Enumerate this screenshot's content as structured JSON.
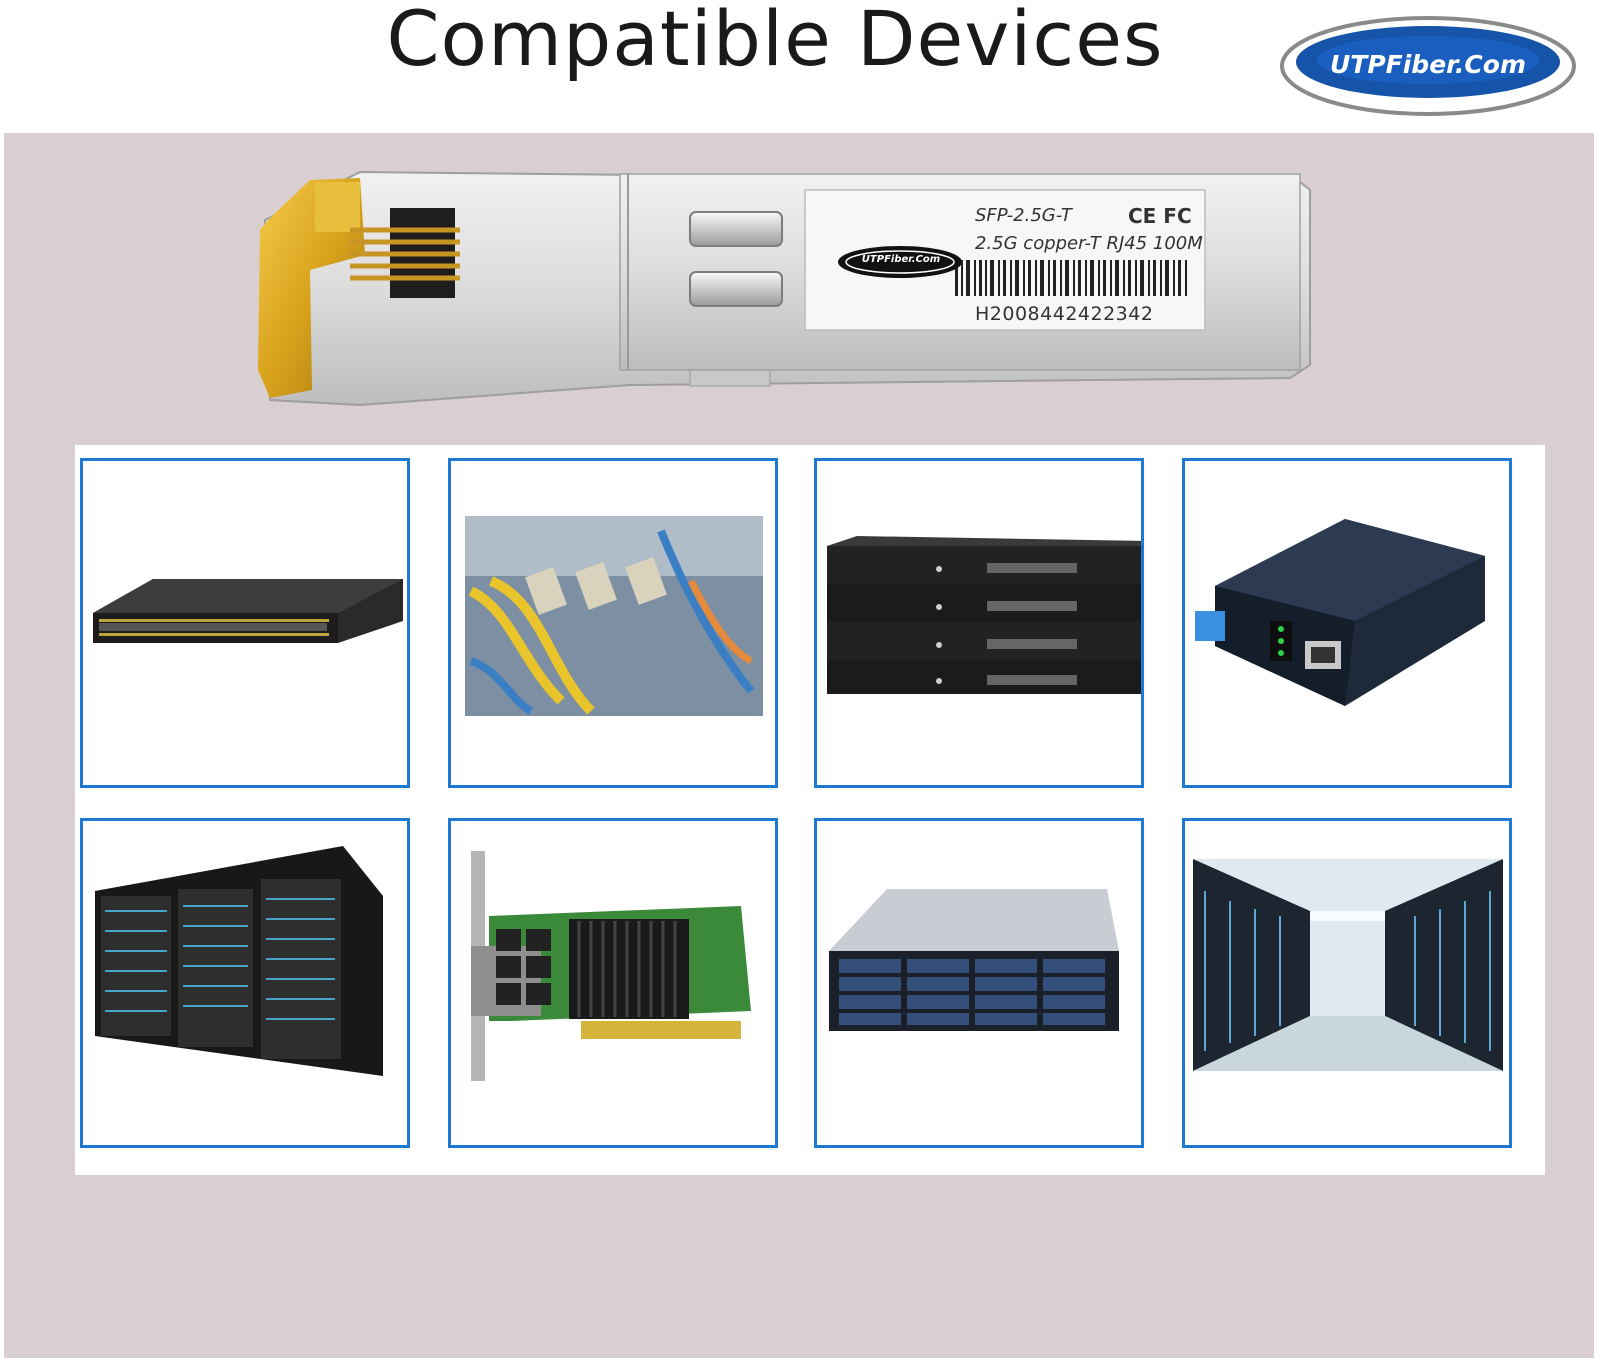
{
  "header": {
    "title": "Compatible Devices",
    "logo_text": "UTPFiber.Com"
  },
  "module_label": {
    "model": "SFP-2.5G-T",
    "certs": "CE FC",
    "spec": "2.5G copper-T RJ45 100M",
    "serial": "H2008442422342",
    "logo_text": "UTPFiber.Com"
  },
  "devices": [
    {
      "name": "network switch"
    },
    {
      "name": "patch panel with transceivers"
    },
    {
      "name": "stacked rack units"
    },
    {
      "name": "media converter"
    },
    {
      "name": "server racks"
    },
    {
      "name": "network interface card"
    },
    {
      "name": "storage server"
    },
    {
      "name": "data center aisle"
    }
  ],
  "colors": {
    "panel": "#d9cfd1",
    "cell_border": "#1f78d1",
    "logo_blue": "#1554a8",
    "contact_gold": "#d8a21c"
  }
}
